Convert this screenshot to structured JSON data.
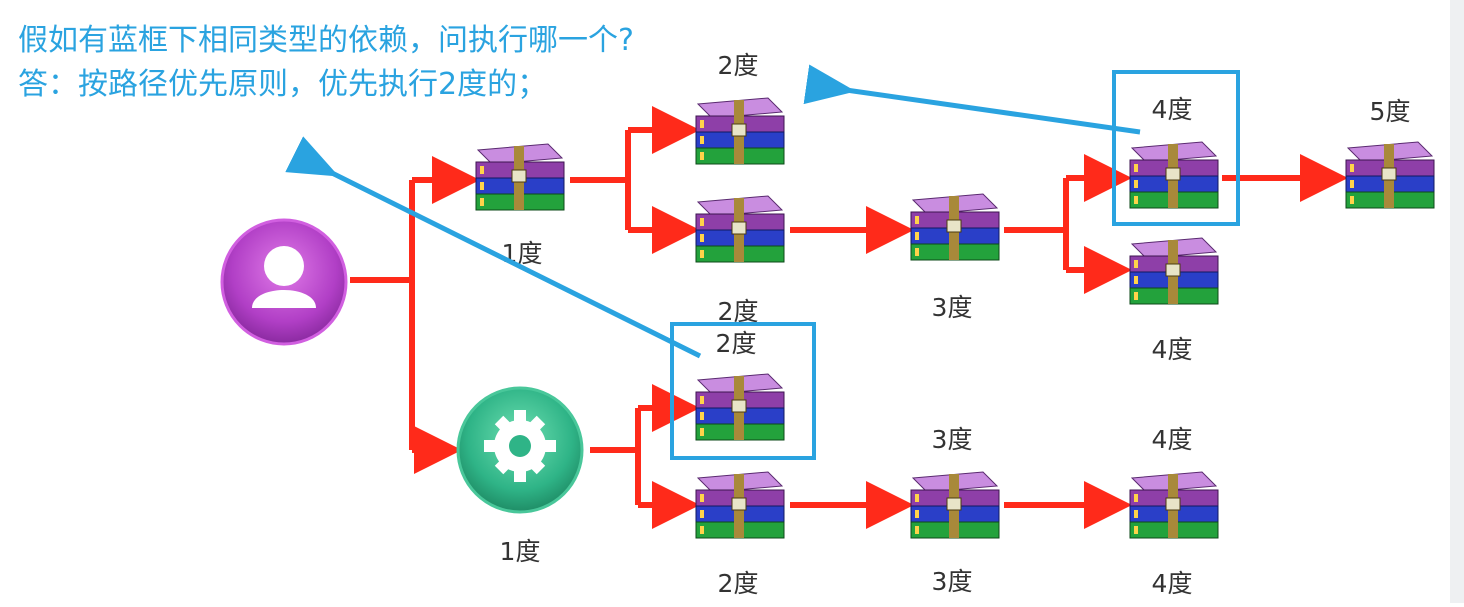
{
  "annotation": {
    "question": "假如有蓝框下相同类型的依赖，问执行哪一个?",
    "answer": "答：按路径优先原则，优先执行2度的；"
  },
  "nodes": {
    "user": {
      "icon": "user-icon"
    },
    "gear": {
      "icon": "gear-icon",
      "label": "1度"
    },
    "top_pkg_1": {
      "label": "1度"
    },
    "top_pkg_2a": {
      "label": "2度"
    },
    "top_pkg_2b": {
      "label": "2度"
    },
    "top_pkg_3": {
      "label": "3度"
    },
    "top_pkg_4a": {
      "label": "4度"
    },
    "top_pkg_4b": {
      "label": "4度"
    },
    "top_pkg_5": {
      "label": "5度"
    },
    "bottom_pkg_2a": {
      "label": "2度"
    },
    "bottom_pkg_2b": {
      "label": "2度"
    },
    "bottom_pkg_3": {
      "label": "3度"
    },
    "bottom_pkg_4": {
      "label": "4度"
    }
  },
  "colors": {
    "edge": "#ff2a1a",
    "highlight": "#2aa3e0",
    "pointer": "#2aa3e0",
    "text": "#2aa3e0"
  }
}
